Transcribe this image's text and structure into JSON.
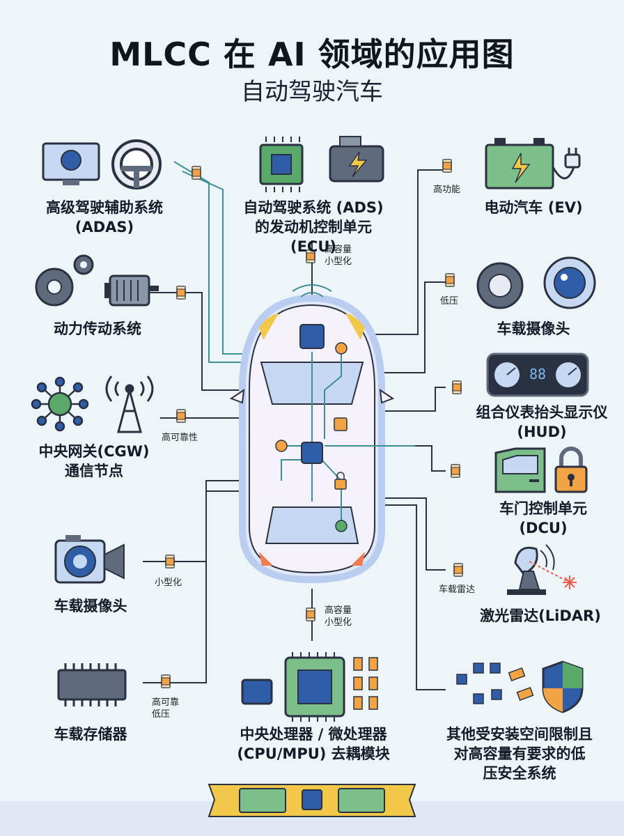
{
  "title": "MLCC 在 AI 领域的应用图",
  "subtitle": "自动驾驶汽车",
  "systems": {
    "adas": "高级驾驶辅助系统\n(ADAS)",
    "ads_ecu": "自动驾驶系统 (ADS)\n的发动机控制单元 (ECU)",
    "ev": "电动汽车 (EV)",
    "powertrain": "动力传动系统",
    "camera_right": "车载摄像头",
    "cgw": "中央网关(CGW)\n通信节点",
    "hud": "组合仪表抬头显示仪\n(HUD)",
    "dcu": "车门控制单元\n(DCU)",
    "camera_left": "车载摄像头",
    "lidar": "激光雷达(LiDAR)",
    "memory": "车载存储器",
    "cpu": "中央处理器 / 微处理器\n(CPU/MPU) 去耦模块",
    "safety": "其他受安装空间限制且\n对高容量有要求的低\n压安全系统"
  },
  "tags": {
    "ecu": "高容量\n小型化",
    "ev": "高功能",
    "camera_right": "低压",
    "cgw": "高可靠性",
    "lidar": "车载雷达",
    "camera_left": "小型化",
    "cpu": "高容量\n小型化",
    "memory": "高可靠\n低压"
  },
  "icons": {
    "monitor": "monitor-icon",
    "steering": "steering-wheel-icon",
    "chip": "chip-icon",
    "engine": "engine-icon",
    "battery": "battery-icon",
    "plug": "plug-icon",
    "gears": "gears-icon",
    "motor": "motor-icon",
    "network": "network-globe-icon",
    "tower": "antenna-tower-icon",
    "gear": "gear-icon",
    "lens": "camera-lens-icon",
    "dashboard": "dashboard-icon",
    "door": "car-door-icon",
    "lock": "padlock-icon",
    "video_camera": "video-camera-icon",
    "radar_dish": "radar-dish-icon",
    "memory_chip": "memory-chip-icon",
    "processor": "processor-icon",
    "shield": "shield-icon",
    "capacitor": "mlcc-capacitor-icon",
    "car": "car-top-view"
  },
  "colors": {
    "background": "#eef5f8",
    "wire_dark": "#2a3140",
    "wire_teal": "#3a8f97",
    "capacitor": "#f2a444",
    "chip_green": "#5aa86a",
    "blue_icon": "#2f5da8",
    "gray_icon": "#5f6b7d"
  }
}
